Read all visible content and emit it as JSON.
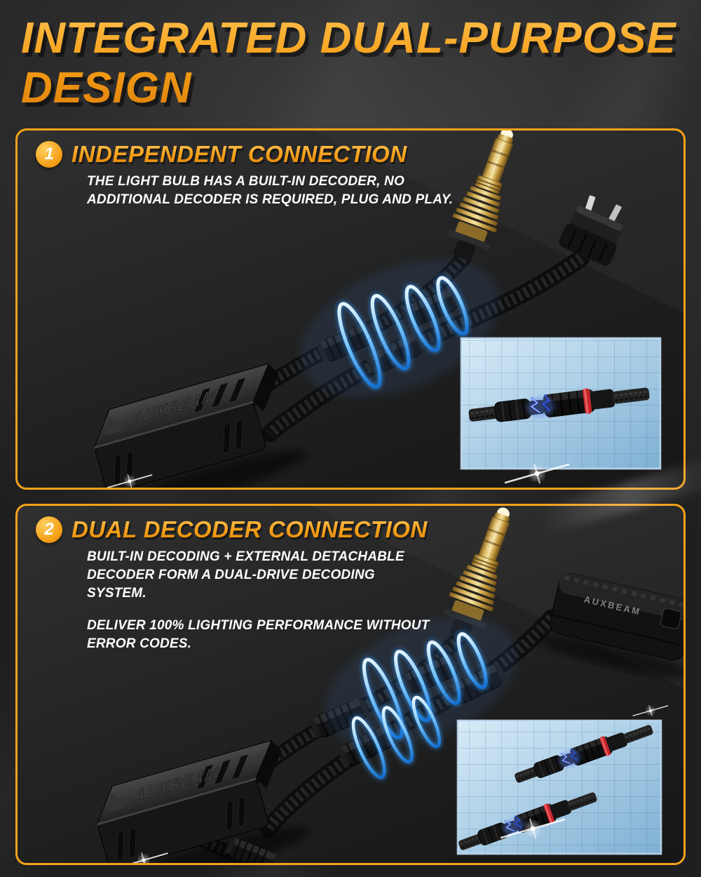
{
  "title": {
    "line1": "INTEGRATED DUAL-PURPOSE",
    "line2": "DESIGN"
  },
  "brand": "AUXBEAM",
  "sections": [
    {
      "number": "1",
      "heading": "INDEPENDENT CONNECTION",
      "paragraphs": [
        "THE LIGHT BULB HAS A BUILT-IN DECODER, NO ADDITIONAL DECODER IS REQUIRED, PLUG AND PLAY."
      ]
    },
    {
      "number": "2",
      "heading": "DUAL DECODER CONNECTION",
      "paragraphs": [
        "BUILT-IN DECODING + EXTERNAL DETACHABLE DECODER FORM A DUAL-DRIVE DECODING SYSTEM.",
        "DELIVER 100% LIGHTING PERFORMANCE WITHOUT ERROR CODES."
      ]
    }
  ],
  "colors": {
    "accent": "#f6a21b",
    "panel_border": "#f6a21b",
    "background": "#262626",
    "energy_glow": "#4fb0ff",
    "red_band": "#c5252b",
    "bulb_gold": "#d8b35c",
    "inset_blue": "#9cc6e4"
  }
}
